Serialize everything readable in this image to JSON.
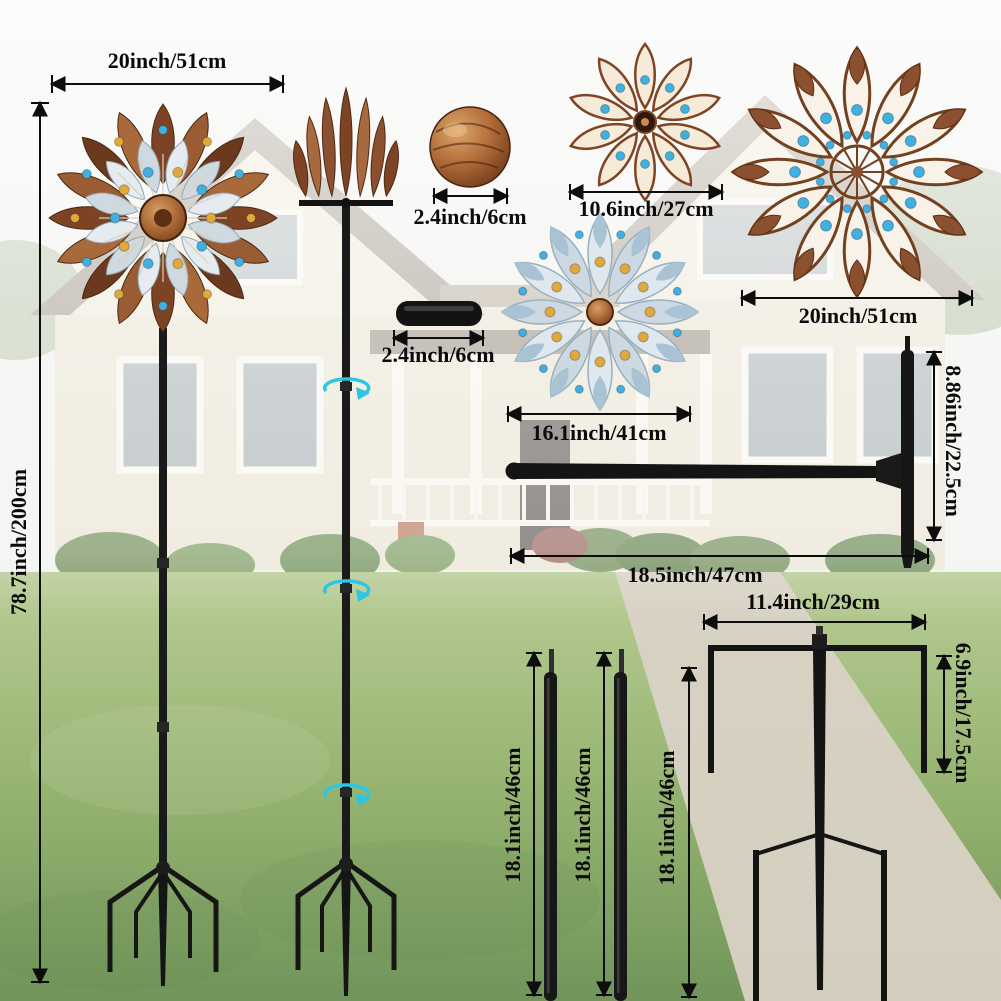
{
  "image": {
    "description": "Garden wind spinner product dimension diagram over a faded front-yard photo"
  },
  "colors": {
    "copper": "#8a5030",
    "silver_blade": "#dce6ec",
    "gem_blue": "#3fb0df",
    "gem_amber": "#e0a93e",
    "pole_black": "#181818",
    "rotation_arrow_cyan": "#2cc6e2",
    "dimension_ink": "#0d0d0d"
  },
  "labels": {
    "spinner_head_width": "20inch/51cm",
    "overall_height": "78.7inch/200cm",
    "cap_ball_diameter": "2.4inch/6cm",
    "small_flower_diameter": "10.6inch/27cm",
    "large_flower_diameter": "20inch/51cm",
    "connector_tube_length": "2.4inch/6cm",
    "silver_flower_diameter": "16.1inch/41cm",
    "crossbar_height": "8.86inch/22.5cm",
    "crossbar_length": "18.5inch/47cm",
    "stake_width": "11.4inch/29cm",
    "stake_prong_height": "6.9inch/17.5cm",
    "pole_section_a_length": "18.1inch/46cm",
    "pole_section_b_length": "18.1inch/46cm",
    "pole_section_c_length": "18.1inch/46cm"
  }
}
